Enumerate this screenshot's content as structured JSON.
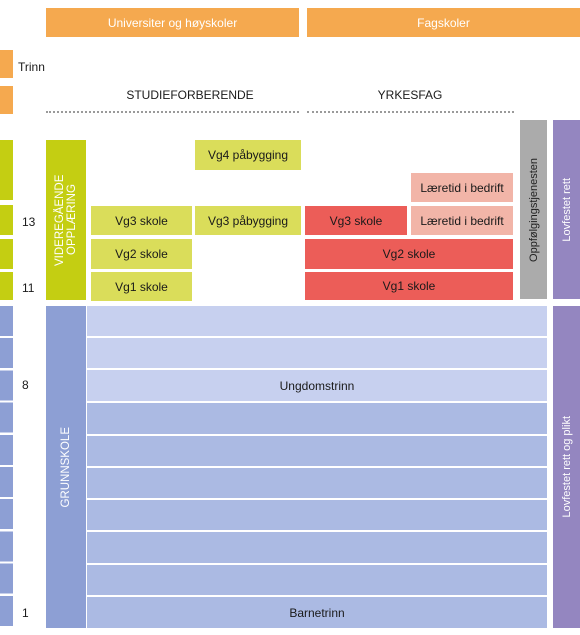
{
  "higher_ed": {
    "universities": "Universiter og høyskoler",
    "vocational_colleges": "Fagskoler"
  },
  "trinn_label": "Trinn",
  "tracks": {
    "academic": "STUDIEFORBERENDE",
    "vocational": "YRKESFAG"
  },
  "levels": {
    "vg4": "Vg4 påbygging",
    "vg3_school": "Vg3 skole",
    "vg3_extension": "Vg3 påbygging",
    "vg2_school": "Vg2 skole",
    "vg1_school": "Vg1 skole",
    "apprenticeship": "Læretid i bedrift"
  },
  "side_labels": {
    "upper_secondary": "VIDEREGÅENDE OPPLÆRING",
    "follow_up": "Oppfølgingstjenesten",
    "statutory_right": "Lovfestet rett",
    "primary": "GRUNNSKOLE",
    "statutory_right_duty": "Lovfestet rett og plikt"
  },
  "stages": {
    "lower_secondary": "Ungdomstrinn",
    "primary_stage": "Barnetrinn"
  },
  "grade_numbers": {
    "g13": "13",
    "g11": "11",
    "g8": "8",
    "g1": "1"
  },
  "colors": {
    "orange": "#f5a94f",
    "lime": "#dadd5a",
    "lime_dark": "#c4ce12",
    "red": "#ec5d58",
    "pink": "#f2b5a8",
    "grey": "#ababab",
    "purple": "#9486c0",
    "blue_light": "#c3ccec",
    "blue_medium": "#aab9e3",
    "blue_dark": "#8d9fd4"
  }
}
